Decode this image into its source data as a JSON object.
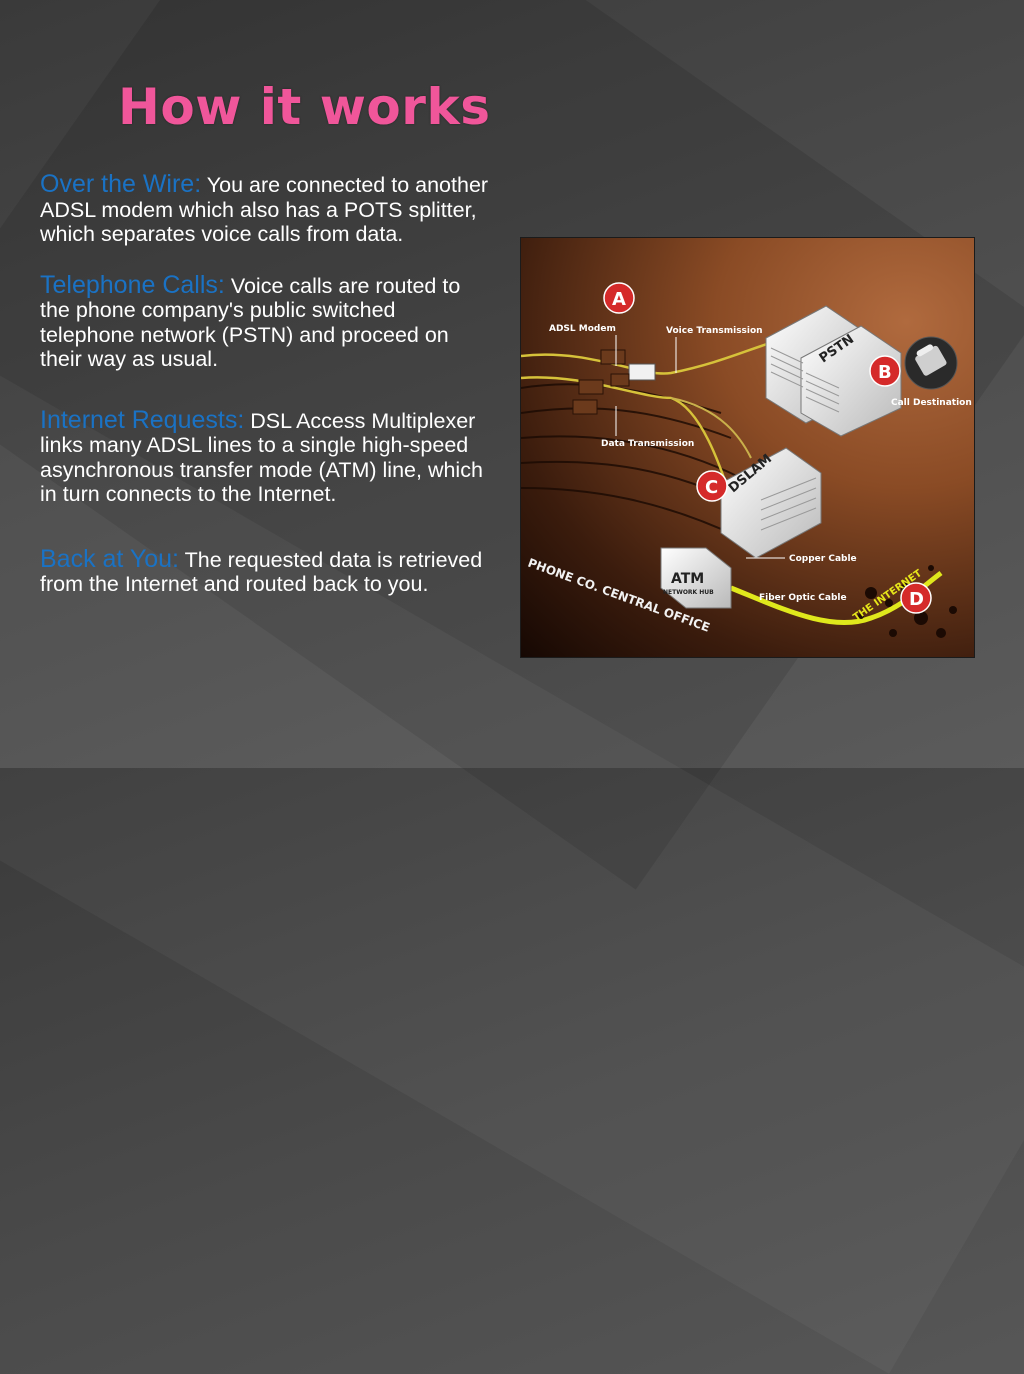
{
  "slide": {
    "title": "How it works",
    "colors": {
      "title": "#f0569a",
      "lead": "#1a72c4",
      "body": "#ffffff",
      "fiber": "#e0e81c"
    },
    "bullets": [
      {
        "lead": "Over the Wire:",
        "text": " You are connected to another ADSL modem which also has a POTS splitter, which separates voice calls from data."
      },
      {
        "lead": "Telephone Calls:",
        "text": " Voice calls are routed to the phone company's public switched telephone network (PSTN) and proceed on their way as usual."
      },
      {
        "lead": "Internet Requests:",
        "text": " DSL Access Multiplexer links many ADSL lines to a single high-speed asynchronous transfer mode (ATM) line, which in turn connects to the Internet."
      },
      {
        "lead": "Back at You:",
        "text": " The requested data is retrieved from the Internet and routed back to you."
      }
    ]
  },
  "diagram": {
    "labels": {
      "adsl_modem": "ADSL Modem",
      "voice_transmission": "Voice Transmission",
      "data_transmission": "Data Transmission",
      "call_destination": "Call Destination",
      "copper_cable": "Copper Cable",
      "fiber_optic_cable": "Fiber Optic Cable",
      "pstn": "PSTN",
      "dslam": "DSLAM",
      "atm": "ATM",
      "network_hub": "NETWORK HUB",
      "central_office": "PHONE CO. CENTRAL OFFICE",
      "the_internet": "THE INTERNET"
    },
    "markers": {
      "a": "A",
      "b": "B",
      "c": "C",
      "d": "D"
    }
  }
}
